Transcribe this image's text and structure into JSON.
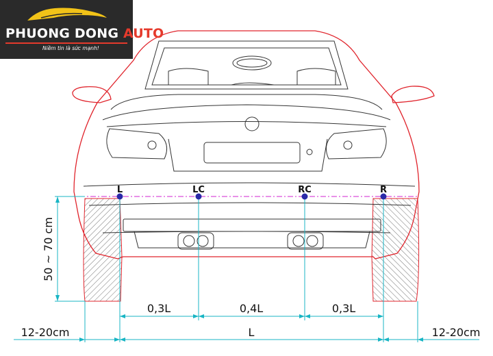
{
  "logo": {
    "brand_part1": "PHUONG DONG ",
    "brand_part2": "AUTO",
    "slogan": "Niềm tin là sức mạnh!",
    "colors": {
      "background": "#2a2a2a",
      "accent": "#e53a2c",
      "car_icon": "#f2c318"
    }
  },
  "sensors": {
    "labels": [
      "L",
      "LC",
      "RC",
      "R"
    ],
    "marker_color": "#2a2aa8"
  },
  "dimensions": {
    "height_label": "50 ~ 70 cm",
    "spacing_left": "0,3L",
    "spacing_middle": "0,4L",
    "spacing_right": "0,3L",
    "total_width": "L",
    "offset_left": "12-20cm",
    "offset_right": "12-20cm"
  },
  "colors": {
    "car_outline": "#e0242c",
    "car_lines": "#333333",
    "dimension_lines": "#18b5c4",
    "sensor_line": "#d020d0"
  }
}
